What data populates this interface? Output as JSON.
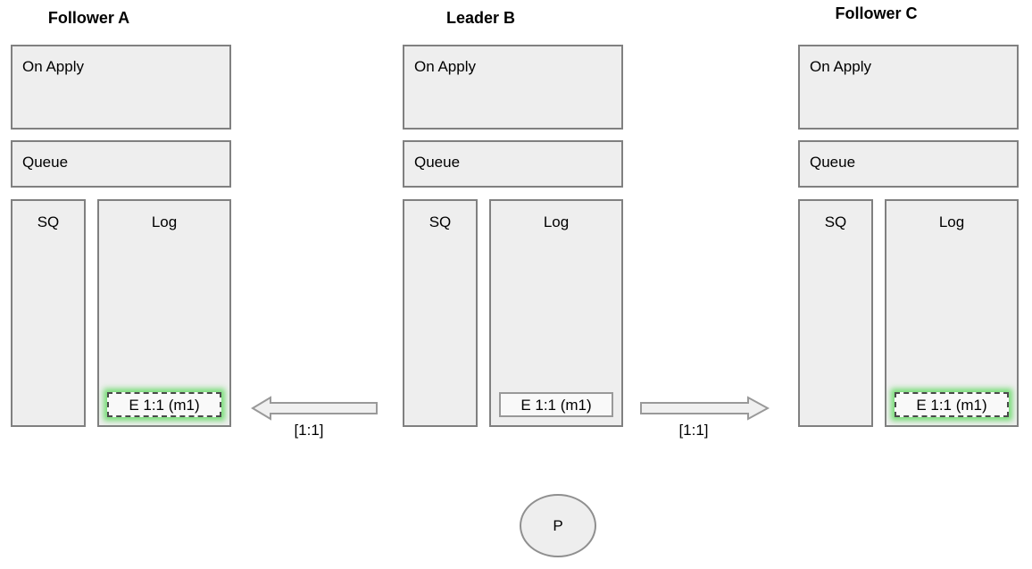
{
  "diagram": {
    "nodes": [
      {
        "title": "Follower A",
        "on_apply_label": "On Apply",
        "queue_label": "Queue",
        "sq_label": "SQ",
        "log_label": "Log",
        "log_entry": "E 1:1 (m1)",
        "log_entry_highlighted": true
      },
      {
        "title": "Leader B",
        "on_apply_label": "On Apply",
        "queue_label": "Queue",
        "sq_label": "SQ",
        "log_label": "Log",
        "log_entry": "E 1:1 (m1)",
        "log_entry_highlighted": false
      },
      {
        "title": "Follower C",
        "on_apply_label": "On Apply",
        "queue_label": "Queue",
        "sq_label": "SQ",
        "log_label": "Log",
        "log_entry": "E 1:1 (m1)",
        "log_entry_highlighted": true
      }
    ],
    "arrows": [
      {
        "direction": "left",
        "label": "[1:1]"
      },
      {
        "direction": "right",
        "label": "[1:1]"
      }
    ],
    "process_label": "P",
    "colors": {
      "box_fill": "#eeeeee",
      "box_border": "#808080",
      "entry_fill": "#f9f9f9",
      "entry_border": "#999999",
      "highlight_border": "#4a4a4a",
      "highlight_glow": "#77dd77",
      "arrow_fill": "#f0f0f0",
      "arrow_stroke": "#999999"
    }
  }
}
